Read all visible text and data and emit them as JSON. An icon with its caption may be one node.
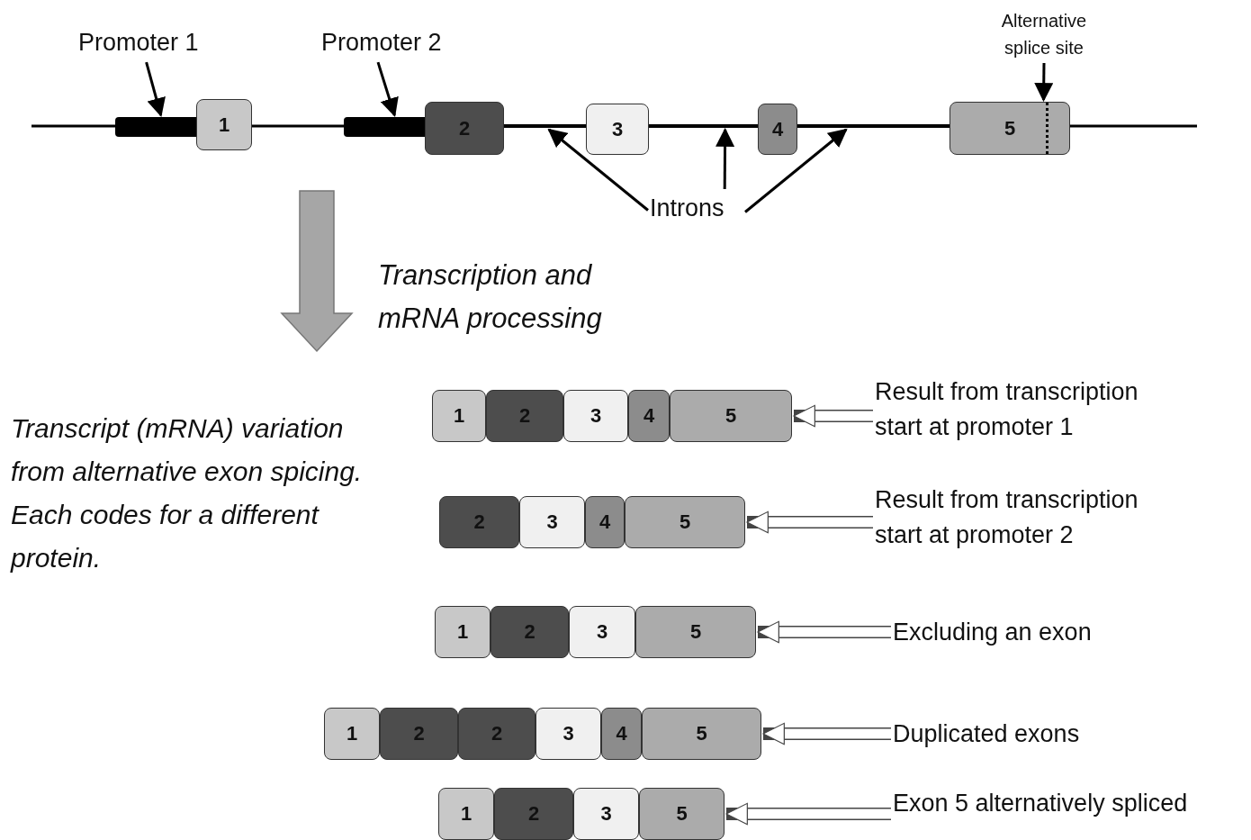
{
  "diagram": {
    "nodes": [
      {
        "text": [
          "Promoter 1"
        ]
      },
      {
        "text": [],
        "shape": "bar"
      },
      {
        "text": [
          "1"
        ]
      },
      {
        "text": [
          "Promoter 2"
        ]
      },
      {
        "text": [],
        "shape": "bar"
      },
      {
        "text": [
          "2"
        ]
      },
      {
        "text": [
          "3"
        ]
      },
      {
        "text": [
          "4"
        ]
      },
      {
        "text": [
          "5"
        ]
      },
      {
        "text": [
          "Alternative splice site"
        ]
      },
      {
        "text": [
          "Introns"
        ]
      },
      {
        "text": [
          "1"
        ]
      },
      {
        "text": [
          "2"
        ]
      },
      {
        "text": [
          "3"
        ]
      },
      {
        "text": [
          "4"
        ]
      },
      {
        "text": [
          "5"
        ]
      },
      {
        "text": [
          "Result from transcription start at promoter 1"
        ]
      },
      {
        "text": [
          "2"
        ]
      },
      {
        "text": [
          "3"
        ]
      },
      {
        "text": [
          "4"
        ]
      },
      {
        "text": [
          "5"
        ]
      },
      {
        "text": [
          "Result from transcription start at promoter 2"
        ]
      },
      {
        "text": [
          "1"
        ]
      },
      {
        "text": [
          "2"
        ]
      },
      {
        "text": [
          "3"
        ]
      },
      {
        "text": [
          "5"
        ]
      },
      {
        "text": [
          "Excluding an exon"
        ]
      },
      {
        "text": [
          "1"
        ]
      },
      {
        "text": [
          "2"
        ]
      },
      {
        "text": [
          "2"
        ]
      },
      {
        "text": [
          "3"
        ]
      },
      {
        "text": [
          "4"
        ]
      },
      {
        "text": [
          "5"
        ]
      },
      {
        "text": [
          "Duplicated exons"
        ]
      },
      {
        "text": [
          "1"
        ]
      },
      {
        "text": [
          "2"
        ]
      },
      {
        "text": [
          "3"
        ]
      },
      {
        "text": [
          "5"
        ]
      },
      {
        "text": [
          "Exon 5 alternatively spliced"
        ]
      },
      {
        "text": [],
        "shape": "line"
      },
      {
        "text": [],
        "shape": "line"
      },
      {
        "text": [],
        "shape": "line"
      }
    ],
    "edges": [
      {
        "from": 0,
        "to": 1,
        "arrow": "to"
      },
      {
        "from": 3,
        "to": 4,
        "arrow": "to"
      },
      {
        "from": 9,
        "to": 8,
        "arrow": "to"
      },
      {
        "from": 10,
        "to": 39,
        "arrow": "to"
      },
      {
        "from": 10,
        "to": 40,
        "arrow": "to"
      },
      {
        "from": 10,
        "to": 41,
        "arrow": "to"
      },
      {
        "from": 16,
        "to": 15,
        "arrow": "to",
        "style": "thick"
      },
      {
        "from": 21,
        "to": 20,
        "arrow": "to",
        "style": "thick"
      },
      {
        "from": 26,
        "to": 25,
        "arrow": "to",
        "style": "thick"
      },
      {
        "from": 33,
        "to": 32,
        "arrow": "to",
        "style": "thick"
      },
      {
        "from": 38,
        "to": 37,
        "arrow": "to",
        "style": "thick"
      }
    ],
    "labels": [
      "Transcription and mRNA processing",
      "Transcript (mRNA) variation from alternative exon spicing. Each codes for a different protein."
    ]
  }
}
